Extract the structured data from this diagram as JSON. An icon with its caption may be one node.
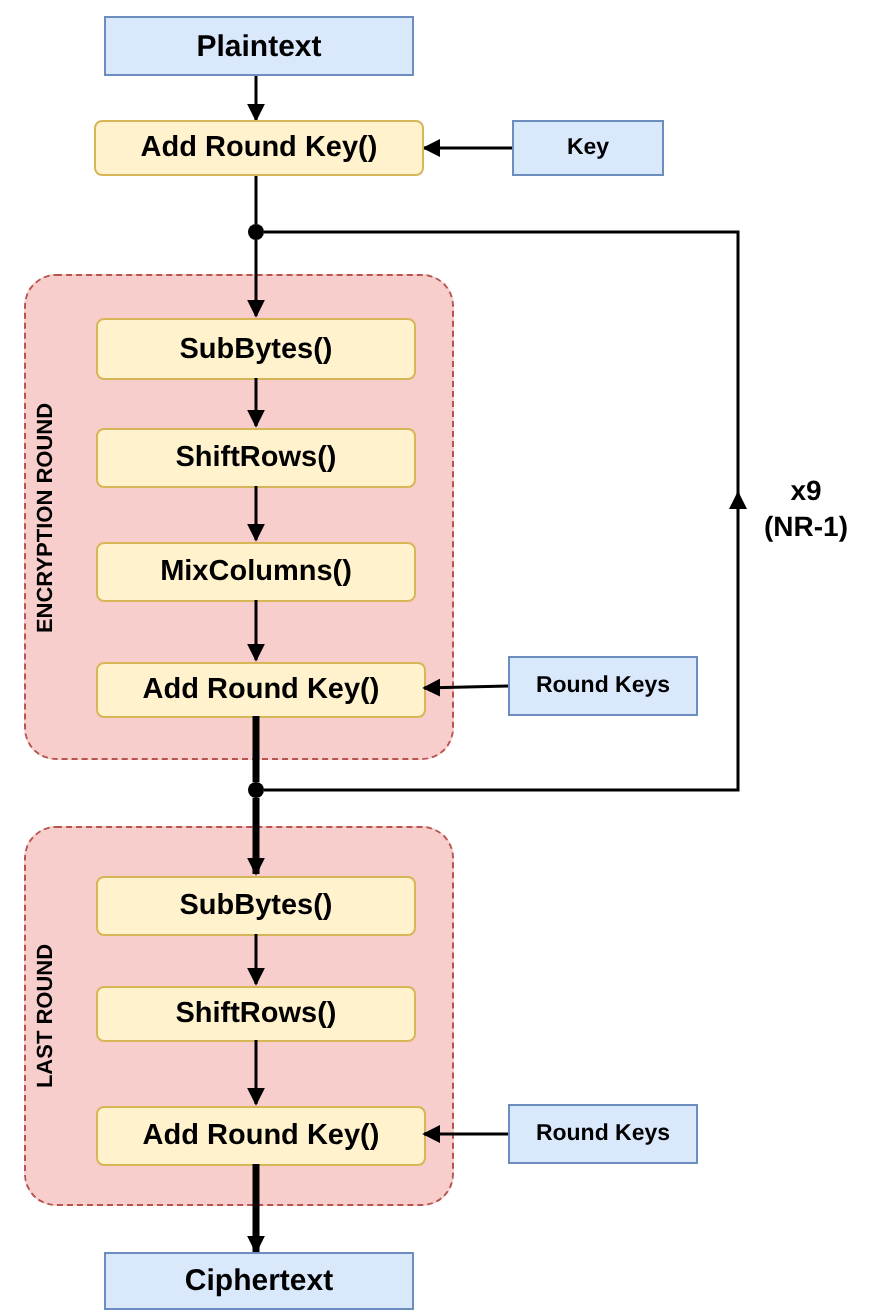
{
  "diagram": {
    "nodes": [
      {
        "text": [
          "Plaintext"
        ]
      },
      {
        "text": [
          "Add Round Key()"
        ]
      },
      {
        "text": [
          "Key"
        ]
      },
      {
        "text": [],
        "shape": "circle"
      },
      {
        "text": [
          "ENCRYPTION ROUND"
        ]
      },
      {
        "text": [
          "SubBytes()"
        ],
        "in": 4
      },
      {
        "text": [
          "ShiftRows()"
        ],
        "in": 4
      },
      {
        "text": [
          "MixColumns()"
        ],
        "in": 4
      },
      {
        "text": [
          "Add Round Key()"
        ],
        "in": 4
      },
      {
        "text": [
          "Round Keys"
        ]
      },
      {
        "text": [],
        "shape": "circle"
      },
      {
        "text": [
          "LAST ROUND"
        ]
      },
      {
        "text": [
          "SubBytes()"
        ],
        "in": 11
      },
      {
        "text": [
          "ShiftRows()"
        ],
        "in": 11
      },
      {
        "text": [
          "Add Round Key()"
        ],
        "in": 11
      },
      {
        "text": [
          "Round Keys"
        ]
      },
      {
        "text": [
          "Ciphertext"
        ]
      }
    ],
    "edges": [
      {
        "from": 0,
        "to": 1,
        "arrow": "to"
      },
      {
        "from": 2,
        "to": 1,
        "arrow": "to"
      },
      {
        "from": 1,
        "to": 3,
        "arrow": "none"
      },
      {
        "from": 3,
        "to": 5,
        "arrow": "to"
      },
      {
        "from": 5,
        "to": 6,
        "arrow": "to"
      },
      {
        "from": 6,
        "to": 7,
        "arrow": "to"
      },
      {
        "from": 7,
        "to": 8,
        "arrow": "to"
      },
      {
        "from": 9,
        "to": 8,
        "arrow": "to"
      },
      {
        "from": 8,
        "to": 10,
        "arrow": "none",
        "style": "thick"
      },
      {
        "from": 10,
        "to": 3,
        "arrow": "to",
        "label": "x9 (NR-1)"
      },
      {
        "from": 10,
        "to": 12,
        "arrow": "to",
        "style": "thick"
      },
      {
        "from": 12,
        "to": 13,
        "arrow": "to"
      },
      {
        "from": 13,
        "to": 14,
        "arrow": "to"
      },
      {
        "from": 15,
        "to": 14,
        "arrow": "to"
      },
      {
        "from": 14,
        "to": 16,
        "arrow": "to",
        "style": "thick"
      }
    ]
  }
}
